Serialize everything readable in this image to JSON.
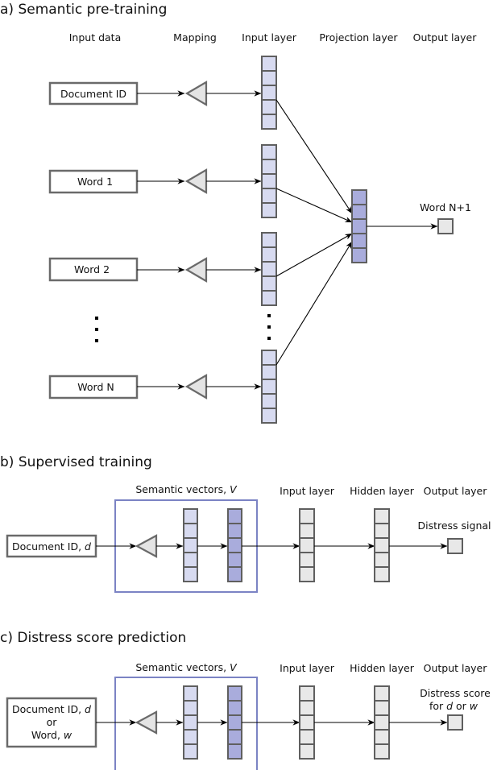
{
  "section_a": {
    "title": "a) Semantic pre-training",
    "col_input_data": "Input data",
    "col_mapping": "Mapping",
    "col_input_layer": "Input layer",
    "col_projection": "Projection layer",
    "col_output": "Output layer",
    "inputs": [
      "Document ID",
      "Word 1",
      "Word 2",
      "Word N"
    ],
    "output_label": "Word N+1"
  },
  "section_b": {
    "title": "b) Supervised training",
    "semantic_label_text": "Semantic vectors, ",
    "semantic_label_var": "V",
    "col_input_layer": "Input layer",
    "col_hidden": "Hidden layer",
    "col_output": "Output layer",
    "input_text": "Document ID, ",
    "input_var": "d",
    "output_label": "Distress signal"
  },
  "section_c": {
    "title": "c) Distress score prediction",
    "semantic_label_text": "Semantic vectors, ",
    "semantic_label_var": "V",
    "col_input_layer": "Input layer",
    "col_hidden": "Hidden layer",
    "col_output": "Output layer",
    "input_line1_text": "Document ID, ",
    "input_line1_var": "d",
    "input_line2": "or",
    "input_line3_text": "Word, ",
    "input_line3_var": "w",
    "output_line1": "Distress score",
    "output_line2_a": "for ",
    "output_line2_d": "d",
    "output_line2_or": " or ",
    "output_line2_w": "w"
  }
}
